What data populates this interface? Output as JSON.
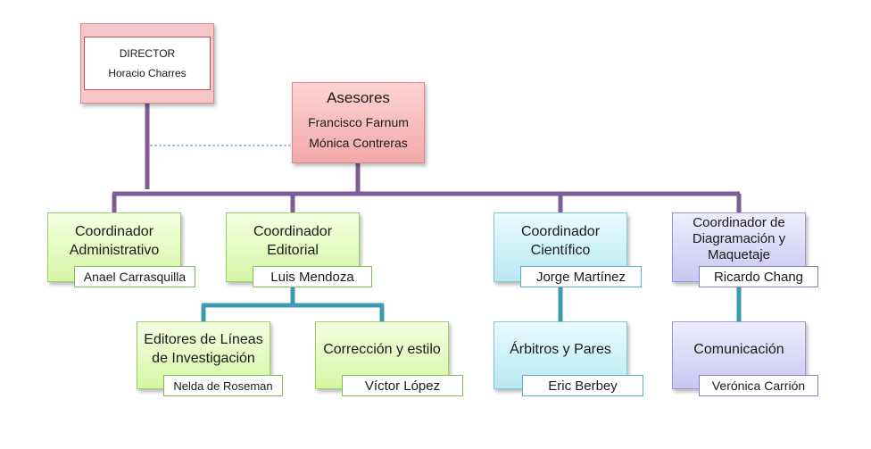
{
  "director": {
    "role": "DIRECTOR",
    "name": "Horacio Charres"
  },
  "asesores": {
    "title": "Asesores",
    "members": [
      "Francisco Farnum",
      "Mónica Contreras"
    ]
  },
  "coordinators": [
    {
      "title": "Coordinador Administrativo",
      "name": "Anael Carrasquilla"
    },
    {
      "title": "Coordinador Editorial",
      "name": "Luis Mendoza"
    },
    {
      "title": "Coordinador Científico",
      "name": "Jorge Martínez"
    },
    {
      "title": "Coordinador de Diagramación y Maquetaje",
      "name": "Ricardo Chang"
    }
  ],
  "units": [
    {
      "title": "Editores de Líneas de Investigación",
      "name": "Nelda de Roseman"
    },
    {
      "title": "Corrección y estilo",
      "name": "Víctor López"
    },
    {
      "title": "Árbitros y Pares",
      "name": "Eric Berbey"
    },
    {
      "title": "Comunicación",
      "name": "Verónica Carrión"
    }
  ],
  "colors": {
    "main_connector": "#7f5c97",
    "sub_connector": "#3b9bb0",
    "dashed_connector": "#5b8fc7"
  }
}
